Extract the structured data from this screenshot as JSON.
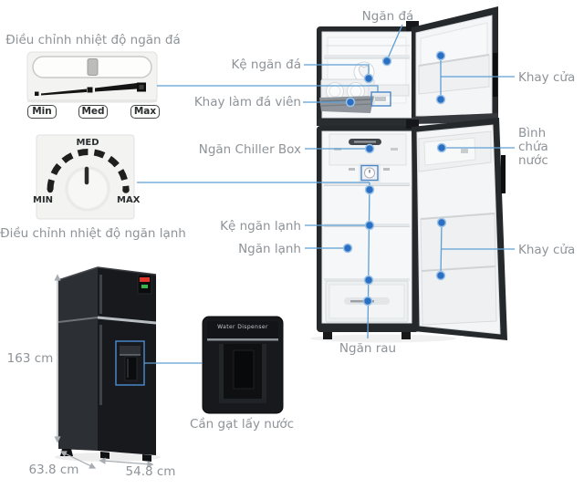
{
  "page": {
    "background": "#ffffff"
  },
  "colors": {
    "callout_line": "#5e9fd4",
    "callout_dot": "#2b6fc2",
    "highlight_box": "#4a86c8",
    "label_text": "#8e9398",
    "fridge_black": "#17191c",
    "dimension_gray": "#a7adb2"
  },
  "freezer_control": {
    "title": "Điều chỉnh nhiệt độ ngăn đá",
    "buttons": [
      "Min",
      "Med",
      "Max"
    ]
  },
  "fridge_control": {
    "title": "Điều chỉnh nhiệt độ ngăn lạnh",
    "dial": {
      "top": "MED",
      "left": "MIN",
      "right": "MAX"
    }
  },
  "dimensions": {
    "height": "163 cm",
    "depth": "63.8 cm",
    "width": "54.8 cm"
  },
  "water_dispenser": {
    "panel_text": "Water Dispenser",
    "label": "Cần gạt lấy nước"
  },
  "callouts": {
    "ngan_da": "Ngăn đá",
    "ke_ngan_da": "Kệ ngăn đá",
    "khay_lam_da_vien": "Khay làm đá viên",
    "khay_cua_top": "Khay cửa",
    "ngan_chiller_box": "Ngăn Chiller Box",
    "binh_chua_nuoc": "Bình chứa nước",
    "ke_ngan_lanh": "Kệ ngăn lạnh",
    "ngan_lanh": "Ngăn lạnh",
    "khay_cua_bottom": "Khay cửa",
    "ngan_rau": "Ngăn rau"
  }
}
